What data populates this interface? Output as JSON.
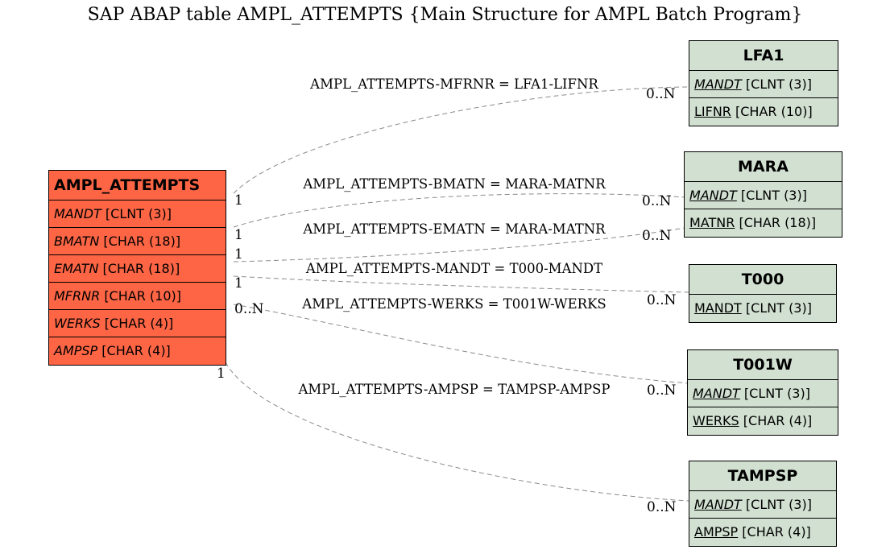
{
  "title": "SAP ABAP table AMPL_ATTEMPTS {Main Structure for AMPL Batch Program}",
  "main_entity": {
    "name": "AMPL_ATTEMPTS",
    "fields": [
      {
        "name": "MANDT",
        "type": "[CLNT (3)]"
      },
      {
        "name": "BMATN",
        "type": "[CHAR (18)]"
      },
      {
        "name": "EMATN",
        "type": "[CHAR (18)]"
      },
      {
        "name": "MFRNR",
        "type": "[CHAR (10)]"
      },
      {
        "name": "WERKS",
        "type": "[CHAR (4)]"
      },
      {
        "name": "AMPSP",
        "type": "[CHAR (4)]"
      }
    ]
  },
  "entities": [
    {
      "name": "LFA1",
      "fields": [
        {
          "name": "MANDT",
          "type": "[CLNT (3)]"
        },
        {
          "name": "LIFNR",
          "type": "[CHAR (10)]"
        }
      ]
    },
    {
      "name": "MARA",
      "fields": [
        {
          "name": "MANDT",
          "type": "[CLNT (3)]"
        },
        {
          "name": "MATNR",
          "type": "[CHAR (18)]"
        }
      ]
    },
    {
      "name": "T000",
      "fields": [
        {
          "name": "MANDT",
          "type": "[CLNT (3)]"
        }
      ]
    },
    {
      "name": "T001W",
      "fields": [
        {
          "name": "MANDT",
          "type": "[CLNT (3)]"
        },
        {
          "name": "WERKS",
          "type": "[CHAR (4)]"
        }
      ]
    },
    {
      "name": "TAMPSP",
      "fields": [
        {
          "name": "MANDT",
          "type": "[CLNT (3)]"
        },
        {
          "name": "AMPSP",
          "type": "[CHAR (4)]"
        }
      ]
    }
  ],
  "relations": [
    {
      "label": "AMPL_ATTEMPTS-MFRNR = LFA1-LIFNR",
      "from_card": "1",
      "to_card": "0..N"
    },
    {
      "label": "AMPL_ATTEMPTS-BMATN = MARA-MATNR",
      "from_card": "1",
      "to_card": "0..N"
    },
    {
      "label": "AMPL_ATTEMPTS-EMATN = MARA-MATNR",
      "from_card": "1",
      "to_card": "0..N"
    },
    {
      "label": "AMPL_ATTEMPTS-MANDT = T000-MANDT",
      "from_card": "1",
      "to_card": "0..N"
    },
    {
      "label": "AMPL_ATTEMPTS-WERKS = T001W-WERKS",
      "from_card": "0..N",
      "to_card": "0..N"
    },
    {
      "label": "AMPL_ATTEMPTS-AMPSP = TAMPSP-AMPSP",
      "from_card": "1",
      "to_card": "0..N"
    }
  ],
  "colors": {
    "main_entity": "#fd6545",
    "related_entity": "#d1e0d1",
    "line": "#8a8a8a"
  }
}
